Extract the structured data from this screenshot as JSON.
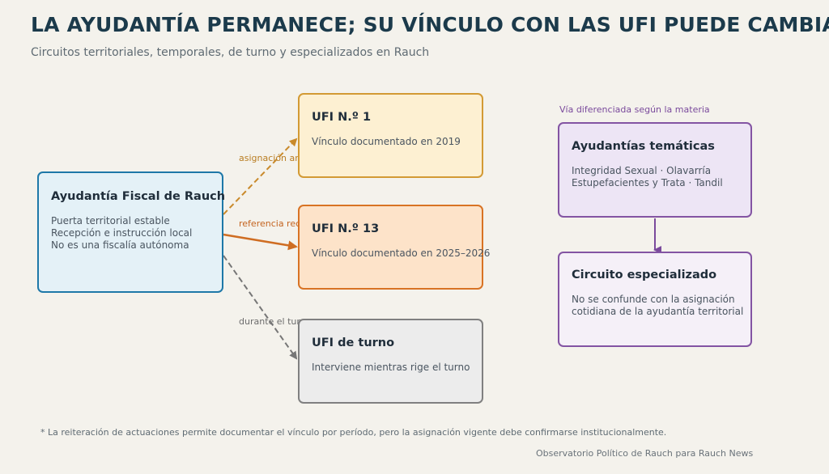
{
  "header": {
    "title": "LA AYUDANTÍA PERMANECE; SU VÍNCULO CON LAS UFI PUEDE CAMBIAR",
    "subtitle": "Circuitos territoriales, temporales, de turno y especializados en Rauch"
  },
  "nodes": {
    "rauch": {
      "title": "Ayudantía Fiscal de Rauch",
      "lines": [
        "Puerta territorial estable",
        "Recepción e instrucción local",
        "No es una fiscalía autónoma"
      ]
    },
    "ufi1": {
      "title": "UFI N.º 1",
      "line": "Vínculo documentado en 2019"
    },
    "ufi13": {
      "title": "UFI N.º 13",
      "line": "Vínculo documentado en 2025–2026"
    },
    "turno": {
      "title": "UFI de turno",
      "line": "Interviene mientras rige el turno"
    },
    "tematicas": {
      "title": "Ayudantías temáticas",
      "lines": [
        "Integridad Sexual · Olavarría",
        "Estupefacientes y Trata · Tandil"
      ]
    },
    "especializado": {
      "title": "Circuito especializado",
      "lines": [
        "No se confunde con la asignación",
        "cotidiana de la ayudantía territorial"
      ]
    }
  },
  "edges": {
    "anterior": "asignación anterior",
    "reciente": "referencia reciente*",
    "turno": "durante el turno",
    "materia": "Vía diferenciada según la materia"
  },
  "colors": {
    "anterior": "#c98a2b",
    "reciente": "#cf6d22",
    "turno": "#767676",
    "materia": "#7a4a9c"
  },
  "footer": {
    "note": "* La reiteración de actuaciones permite documentar el vínculo por período, pero la asignación vigente debe confirmarse institucionalmente.",
    "credit": "Observatorio Político de Rauch para Rauch News"
  }
}
